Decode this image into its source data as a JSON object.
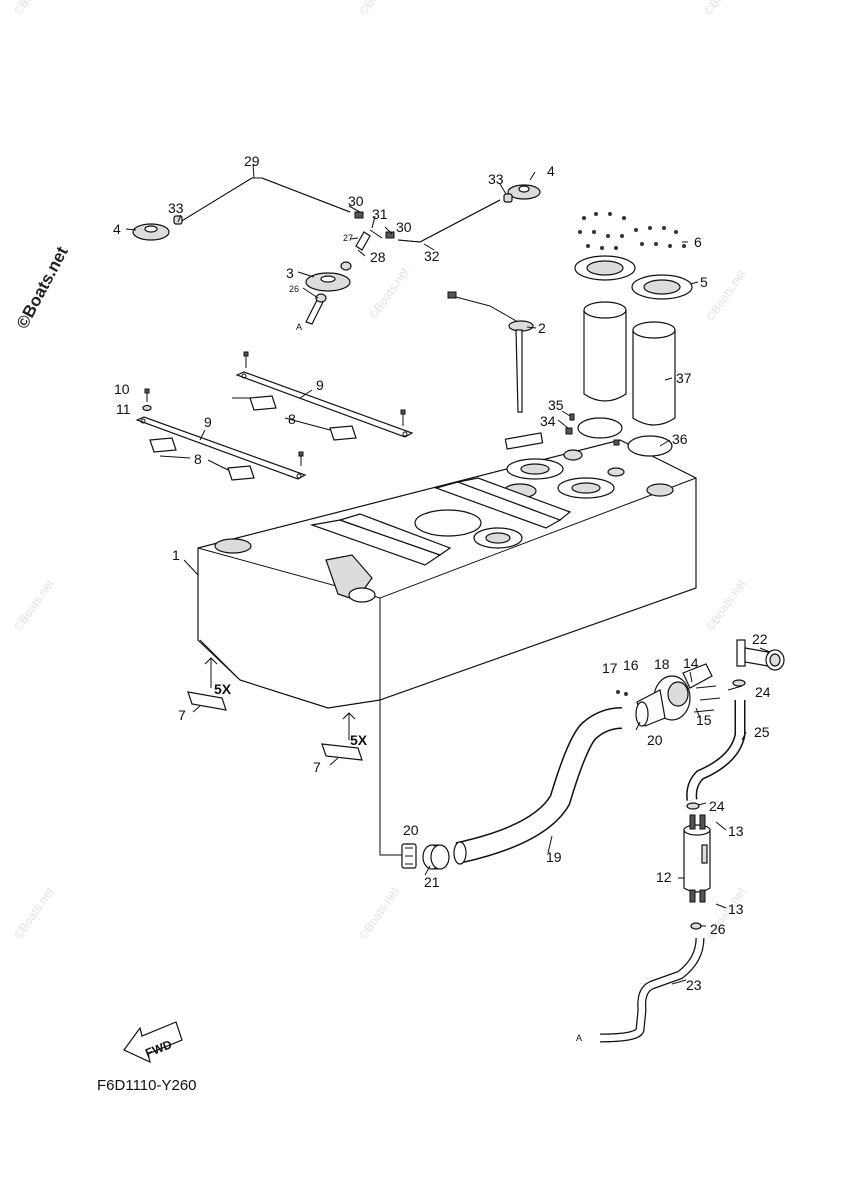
{
  "diagram_code": "F6D1110-Y260",
  "brand_mark": "©Boats.net",
  "watermark_text": "©Boats.net",
  "fwd_label": "FWD",
  "quantity_note": "5X",
  "hose_end_letter": "A",
  "callouts": [
    "1",
    "2",
    "3",
    "4",
    "5",
    "6",
    "7",
    "8",
    "9",
    "10",
    "11",
    "12",
    "13",
    "14",
    "15",
    "16",
    "17",
    "18",
    "19",
    "20",
    "21",
    "22",
    "23",
    "24",
    "25",
    "26",
    "27",
    "28",
    "29",
    "30",
    "31",
    "32",
    "33",
    "34",
    "35",
    "36",
    "37"
  ],
  "colors": {
    "line": "#111111",
    "fill": "#ffffff",
    "shade": "#dcdcdc",
    "watermark": "#e2e2e2"
  }
}
